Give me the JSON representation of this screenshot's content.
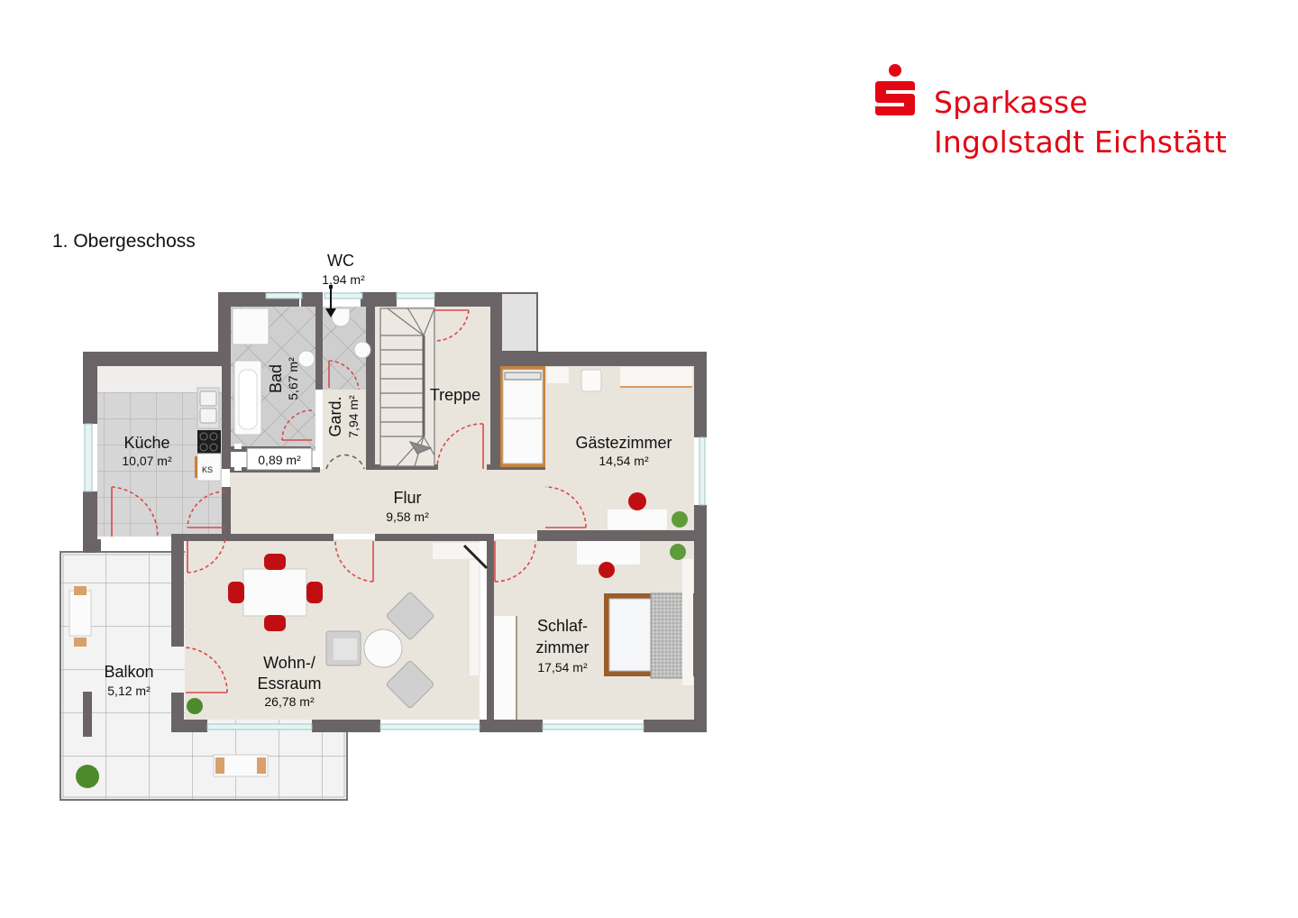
{
  "logo": {
    "line1": "Sparkasse",
    "line2": "Ingolstadt Eichstätt",
    "color": "#e30613",
    "icon": "sparkasse-s-icon"
  },
  "plan": {
    "title": "1. Obergeschoss",
    "rooms": [
      {
        "name": "WC",
        "area": "1,94 m²"
      },
      {
        "name": "Bad",
        "area": "5,67 m²"
      },
      {
        "name": "Gard.",
        "area": "7,94 m²"
      },
      {
        "name": "Treppe",
        "area": ""
      },
      {
        "name": "Küche",
        "area": "10,07 m²"
      },
      {
        "name": "",
        "area": "0,89 m²"
      },
      {
        "name": "Gästezimmer",
        "area": "14,54 m²"
      },
      {
        "name": "Flur",
        "area": "9,58 m²"
      },
      {
        "name": "Wohn-/",
        "name2": "Essraum",
        "area": "26,78 m²"
      },
      {
        "name": "Schlaf-",
        "name2": "zimmer",
        "area": "17,54 m²"
      },
      {
        "name": "Balkon",
        "area": "5,12 m²"
      }
    ],
    "fridge_label": "KS",
    "colors": {
      "wall": "#6b6466",
      "floor": "#e9e5dd",
      "tile": "#cfcfcf",
      "door": "#d94a4a",
      "chair": "#c00f12",
      "wood": "#c8823a"
    }
  }
}
